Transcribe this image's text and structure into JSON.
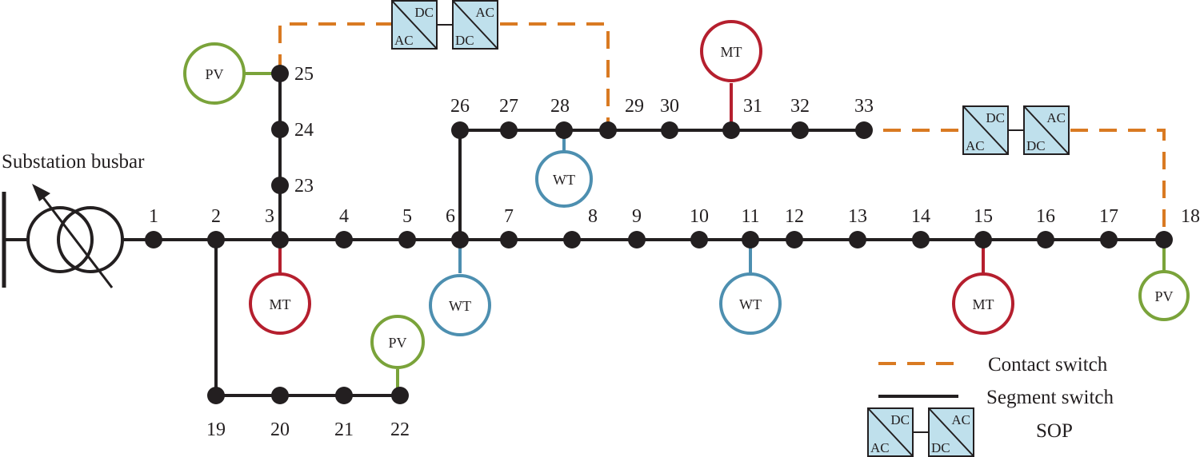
{
  "title": "Substation busbar",
  "nodes": [
    "1",
    "2",
    "3",
    "4",
    "5",
    "6",
    "7",
    "8",
    "9",
    "10",
    "11",
    "12",
    "13",
    "14",
    "15",
    "16",
    "17",
    "18",
    "19",
    "20",
    "21",
    "22",
    "23",
    "24",
    "25",
    "26",
    "27",
    "28",
    "29",
    "30",
    "31",
    "32",
    "33"
  ],
  "generators": [
    {
      "type": "PV",
      "bus": "25"
    },
    {
      "type": "MT",
      "bus": "3"
    },
    {
      "type": "WT",
      "bus": "6"
    },
    {
      "type": "PV",
      "bus": "22"
    },
    {
      "type": "WT",
      "bus": "28"
    },
    {
      "type": "MT",
      "bus": "31"
    },
    {
      "type": "WT",
      "bus": "11"
    },
    {
      "type": "MT",
      "bus": "15"
    },
    {
      "type": "PV",
      "bus": "18"
    }
  ],
  "converter": {
    "dc": "DC",
    "ac": "AC"
  },
  "legend": {
    "contact": "Contact switch",
    "segment": "Segment switch",
    "sop": "SOP"
  },
  "colors": {
    "pv": "#7aa33a",
    "mt": "#b51f2e",
    "wt": "#4d8fb0",
    "contact": "#d97a22",
    "segment": "#231f20",
    "converter_fill": "#bfe0ec"
  }
}
